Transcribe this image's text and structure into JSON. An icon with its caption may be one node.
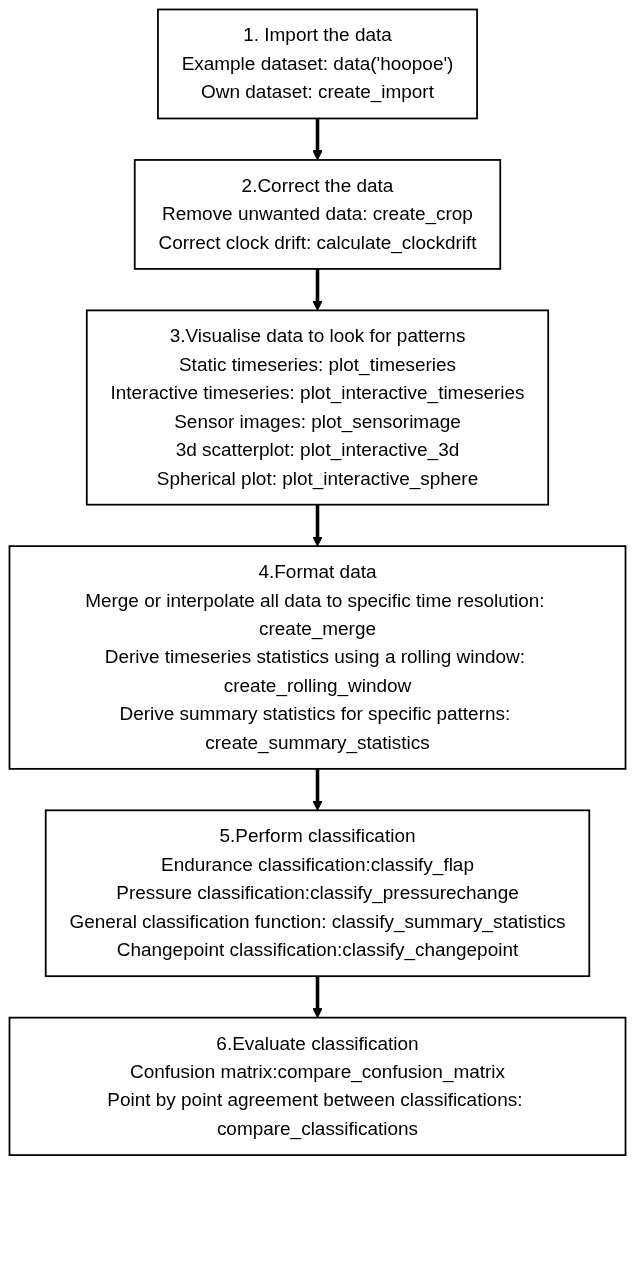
{
  "diagram": {
    "nodes": [
      {
        "text": [
          "1. Import the data",
          "Example dataset: data('hoopoe')",
          "Own dataset: create_import"
        ]
      },
      {
        "text": [
          "2.Correct the data",
          "Remove unwanted data: create_crop",
          "Correct clock drift: calculate_clockdrift"
        ]
      },
      {
        "text": [
          "3.Visualise data to look for patterns",
          "Static timeseries: plot_timeseries",
          "Interactive timeseries: plot_interactive_timeseries",
          "Sensor images: plot_sensorimage",
          "3d scatterplot: plot_interactive_3d",
          "Spherical plot: plot_interactive_sphere"
        ]
      },
      {
        "text": [
          "4.Format data",
          "Merge or interpolate all data to specific time resolution: create_merge",
          "Derive timeseries statistics using a rolling window: create_rolling_window",
          "Derive summary statistics for specific patterns: create_summary_statistics"
        ]
      },
      {
        "text": [
          "5.Perform classification",
          "Endurance classification:classify_flap",
          "Pressure classification:classify_pressurechange",
          "General classification function: classify_summary_statistics",
          "Changepoint classification:classify_changepoint"
        ]
      },
      {
        "text": [
          "6.Evaluate classification",
          "Confusion matrix:compare_confusion_matrix",
          "Point by point agreement between classifications: compare_classifications"
        ]
      }
    ],
    "edges": [
      {
        "from": 0,
        "to": 1,
        "arrow": "to"
      },
      {
        "from": 1,
        "to": 2,
        "arrow": "to"
      },
      {
        "from": 2,
        "to": 3,
        "arrow": "to"
      },
      {
        "from": 3,
        "to": 4,
        "arrow": "to"
      },
      {
        "from": 4,
        "to": 5,
        "arrow": "to"
      }
    ]
  }
}
